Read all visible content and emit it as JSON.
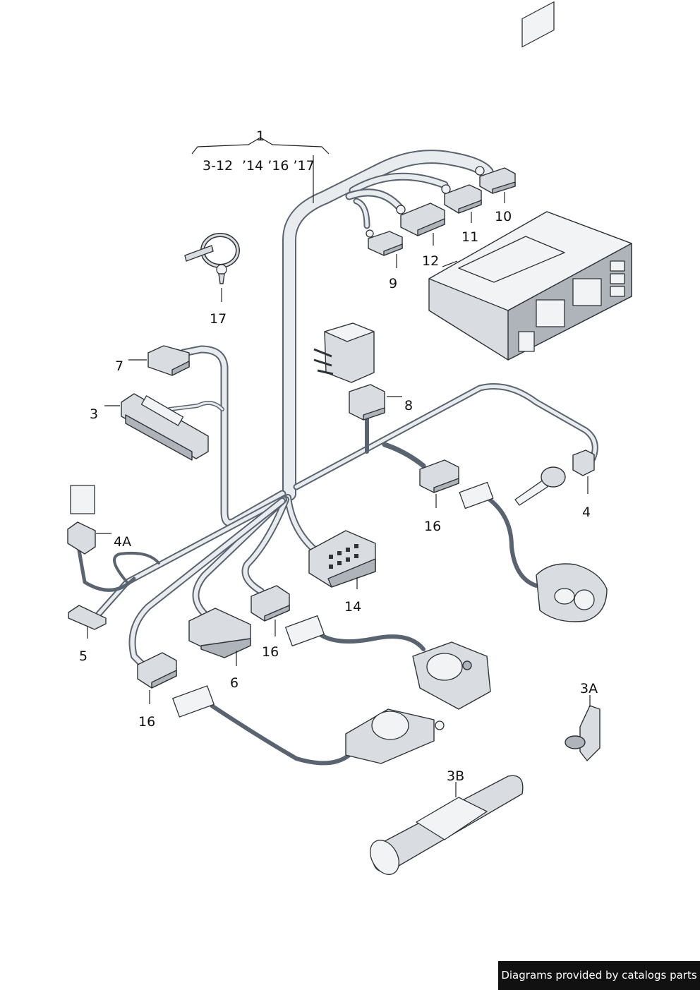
{
  "callouts": {
    "c1": "1",
    "range_a": "3-12",
    "range_b": "’14 ’16 ’17",
    "c3": "3",
    "c3a": "3A",
    "c3b": "3B",
    "c4": "4",
    "c4a": "4A",
    "c5": "5",
    "c6": "6",
    "c7": "7",
    "c8": "8",
    "c9": "9",
    "c10": "10",
    "c11": "11",
    "c12": "12",
    "c14": "14",
    "c16a": "16",
    "c16b": "16",
    "c16c": "16",
    "c17": "17"
  },
  "footer": {
    "text": "Diagrams provided by catalogs parts"
  }
}
